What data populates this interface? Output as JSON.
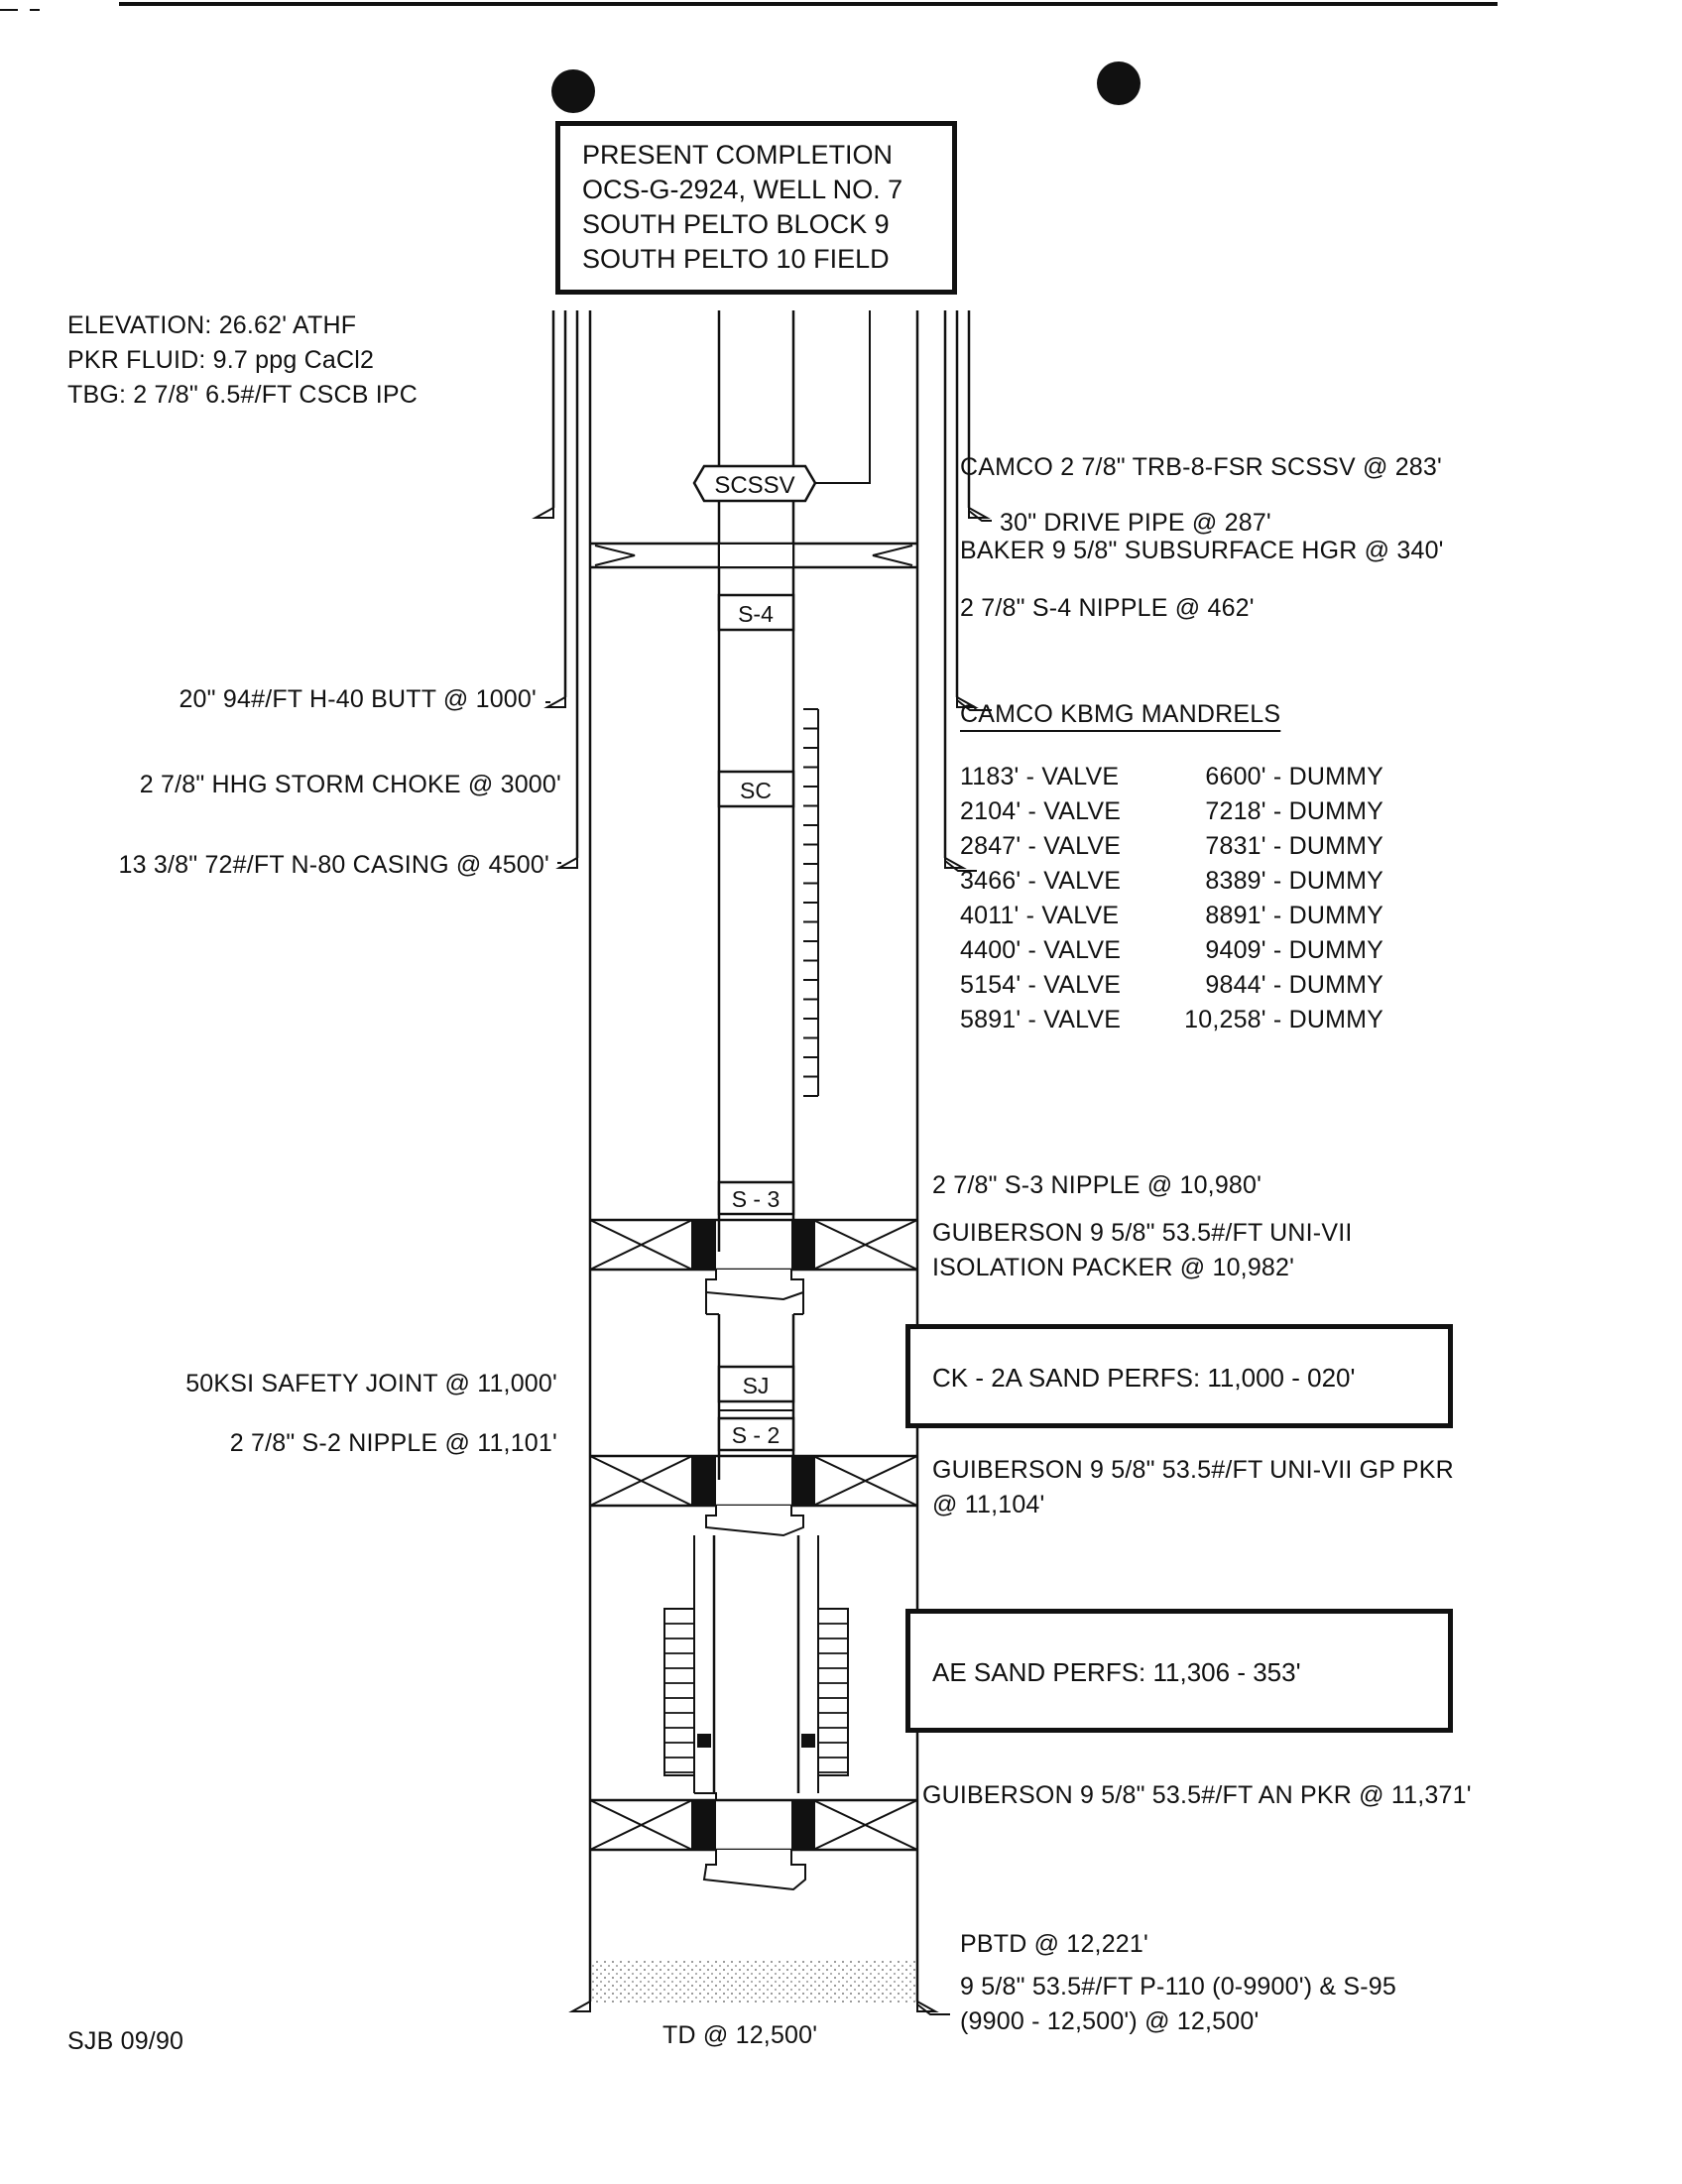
{
  "title_box": {
    "line1": "PRESENT COMPLETION",
    "line2": "OCS-G-2924, WELL NO. 7",
    "line3": "SOUTH PELTO BLOCK 9",
    "line4": "SOUTH PELTO 10 FIELD"
  },
  "well_info": {
    "elevation": "ELEVATION: 26.62' ATHF",
    "pkr_fluid": "PKR FLUID: 9.7 ppg CaCl2",
    "tbg": "TBG: 2 7/8\" 6.5#/FT CSCB IPC"
  },
  "tags": {
    "scssv": "SCSSV",
    "s4": "S-4",
    "sc": "SC",
    "s3": "S - 3",
    "sj": "SJ",
    "s2": "S - 2"
  },
  "left_labels": {
    "casing20": "20\" 94#/FT H-40 BUTT @ 1000'",
    "storm_choke": "2 7/8\" HHG STORM CHOKE @ 3000'",
    "casing13": "13 3/8\" 72#/FT N-80 CASING @ 4500'",
    "safety_joint": "50KSI SAFETY JOINT @ 11,000'",
    "s2_nipple": "2 7/8\" S-2 NIPPLE @ 11,101'"
  },
  "right_labels": {
    "scssv": "CAMCO 2 7/8\" TRB-8-FSR SCSSV @ 283'",
    "drive_pipe": "30\" DRIVE PIPE @ 287'",
    "hanger": "BAKER 9 5/8\" SUBSURFACE HGR @ 340'",
    "s4_nipple": "2 7/8\" S-4 NIPPLE @ 462'",
    "s3_nipple": "2 7/8\" S-3 NIPPLE @ 10,980'",
    "iso_packer_1": "GUIBERSON 9 5/8\" 53.5#/FT UNI-VII",
    "iso_packer_2": "ISOLATION PACKER @ 10,982'",
    "gp_packer_1": "GUIBERSON 9 5/8\" 53.5#/FT UNI-VII GP PKR",
    "gp_packer_2": "@ 11,104'",
    "an_packer": "GUIBERSON 9 5/8\" 53.5#/FT AN PKR @ 11,371'",
    "pbtd": "PBTD @ 12,221'",
    "casing9_1": "9 5/8\" 53.5#/FT P-110 (0-9900') & S-95",
    "casing9_2": "(9900 - 12,500') @ 12,500'"
  },
  "sand_boxes": {
    "ck2a": "CK - 2A SAND PERFS: 11,000 - 020'",
    "ae": "AE SAND PERFS: 11,306 - 353'"
  },
  "mandrels": {
    "heading": "CAMCO KBMG MANDRELS",
    "valves": [
      "1183' - VALVE",
      "2104' - VALVE",
      "2847' - VALVE",
      "3466' - VALVE",
      "4011' - VALVE",
      "4400' - VALVE",
      "5154' - VALVE",
      "5891' - VALVE"
    ],
    "dummies": [
      "6600' - DUMMY",
      "7218' - DUMMY",
      "7831' - DUMMY",
      "8389' - DUMMY",
      "8891' - DUMMY",
      "9409' - DUMMY",
      "9844' - DUMMY",
      "10,258' - DUMMY"
    ]
  },
  "footer": {
    "author": "SJB 09/90",
    "td": "TD @ 12,500'"
  }
}
